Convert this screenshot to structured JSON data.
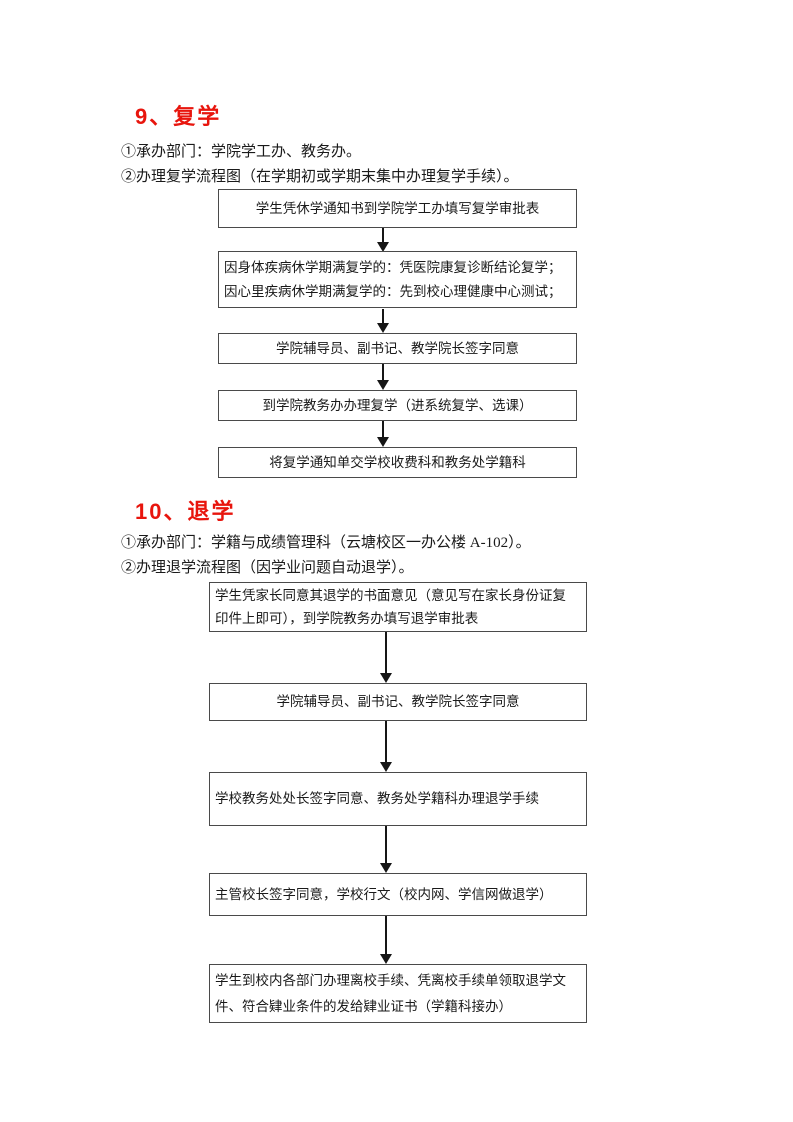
{
  "palette": {
    "title_red": "#e8150d",
    "text_color": "#1a1a1a",
    "box_border": "#4a4a4a",
    "background": "#ffffff"
  },
  "sections": [
    {
      "title": "9、复学",
      "notes": [
        "①承办部门：学院学工办、教务办。",
        "②办理复学流程图（在学期初或学期末集中办理复学手续）。"
      ],
      "steps": [
        {
          "lines": [
            "学生凭休学通知书到学院学工办填写复学审批表"
          ]
        },
        {
          "lines": [
            "因身体疾病休学期满复学的：凭医院康复诊断结论复学；",
            "因心里疾病休学期满复学的：先到校心理健康中心测试；"
          ]
        },
        {
          "lines": [
            "学院辅导员、副书记、教学院长签字同意"
          ]
        },
        {
          "lines": [
            "到学院教务办办理复学（进系统复学、选课）"
          ]
        },
        {
          "lines": [
            "将复学通知单交学校收费科和教务处学籍科"
          ]
        }
      ]
    },
    {
      "title": "10、退学",
      "notes": [
        "①承办部门：学籍与成绩管理科（云塘校区一办公楼 A-102）。",
        "②办理退学流程图（因学业问题自动退学）。"
      ],
      "steps": [
        {
          "lines": [
            "学生凭家长同意其退学的书面意见（意见写在家长身份证复",
            "印件上即可），到学院教务办填写退学审批表"
          ]
        },
        {
          "lines": [
            "学院辅导员、副书记、教学院长签字同意"
          ]
        },
        {
          "lines": [
            "学校教务处处长签字同意、教务处学籍科办理退学手续"
          ]
        },
        {
          "lines": [
            "主管校长签字同意，学校行文（校内网、学信网做退学）"
          ]
        },
        {
          "lines": [
            "学生到校内各部门办理离校手续、凭离校手续单领取退学文",
            "件、符合肄业条件的发给肄业证书（学籍科接办）"
          ]
        }
      ]
    }
  ]
}
